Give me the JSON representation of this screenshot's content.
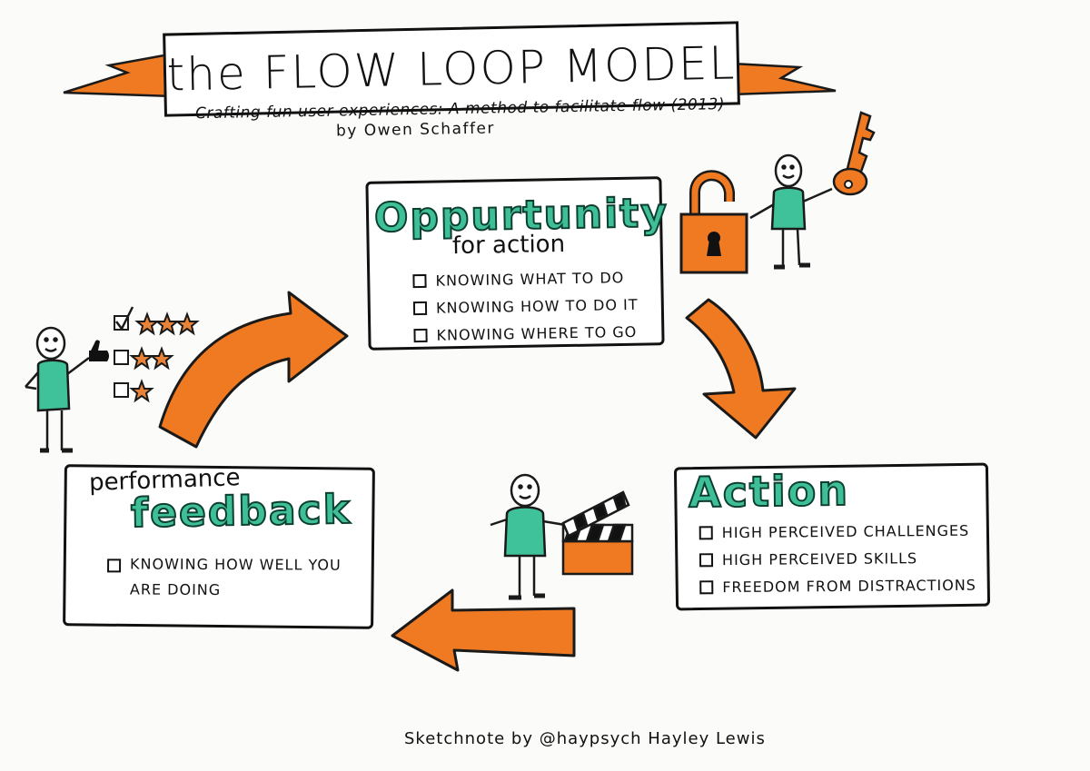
{
  "title": "the FLOW LOOP MODEL",
  "subtitle": "Crafting fun user experiences: A method to facilitate flow (2013)",
  "byline": "by Owen Schaffer",
  "opportunity": {
    "heading": "Oppurtunity",
    "subheading": "for action",
    "items": [
      "KNOWING WHAT TO DO",
      "KNOWING HOW TO DO IT",
      "KNOWING WHERE TO GO"
    ]
  },
  "action": {
    "heading": "Action",
    "items": [
      "HIGH PERCEIVED CHALLENGES",
      "HIGH PERCEIVED SKILLS",
      "FREEDOM FROM DISTRACTIONS"
    ]
  },
  "feedback": {
    "pre_heading": "performance",
    "heading": "feedback",
    "items": [
      "KNOWING HOW WELL YOU ARE DOING"
    ]
  },
  "credit": "Sketchnote by @haypsych Hayley Lewis",
  "colors": {
    "arrow_orange": "#f07a22",
    "arrow_outline": "#1a1a1a",
    "heading_green": "#3fbf97",
    "figure_green": "#3fc29a",
    "lock_orange": "#f07a22",
    "star_orange": "#e8833a"
  },
  "icons": [
    "padlock-icon",
    "key-icon",
    "stick-figure-icon",
    "clapperboard-icon",
    "star-rating-icon",
    "thumbs-up-icon"
  ]
}
